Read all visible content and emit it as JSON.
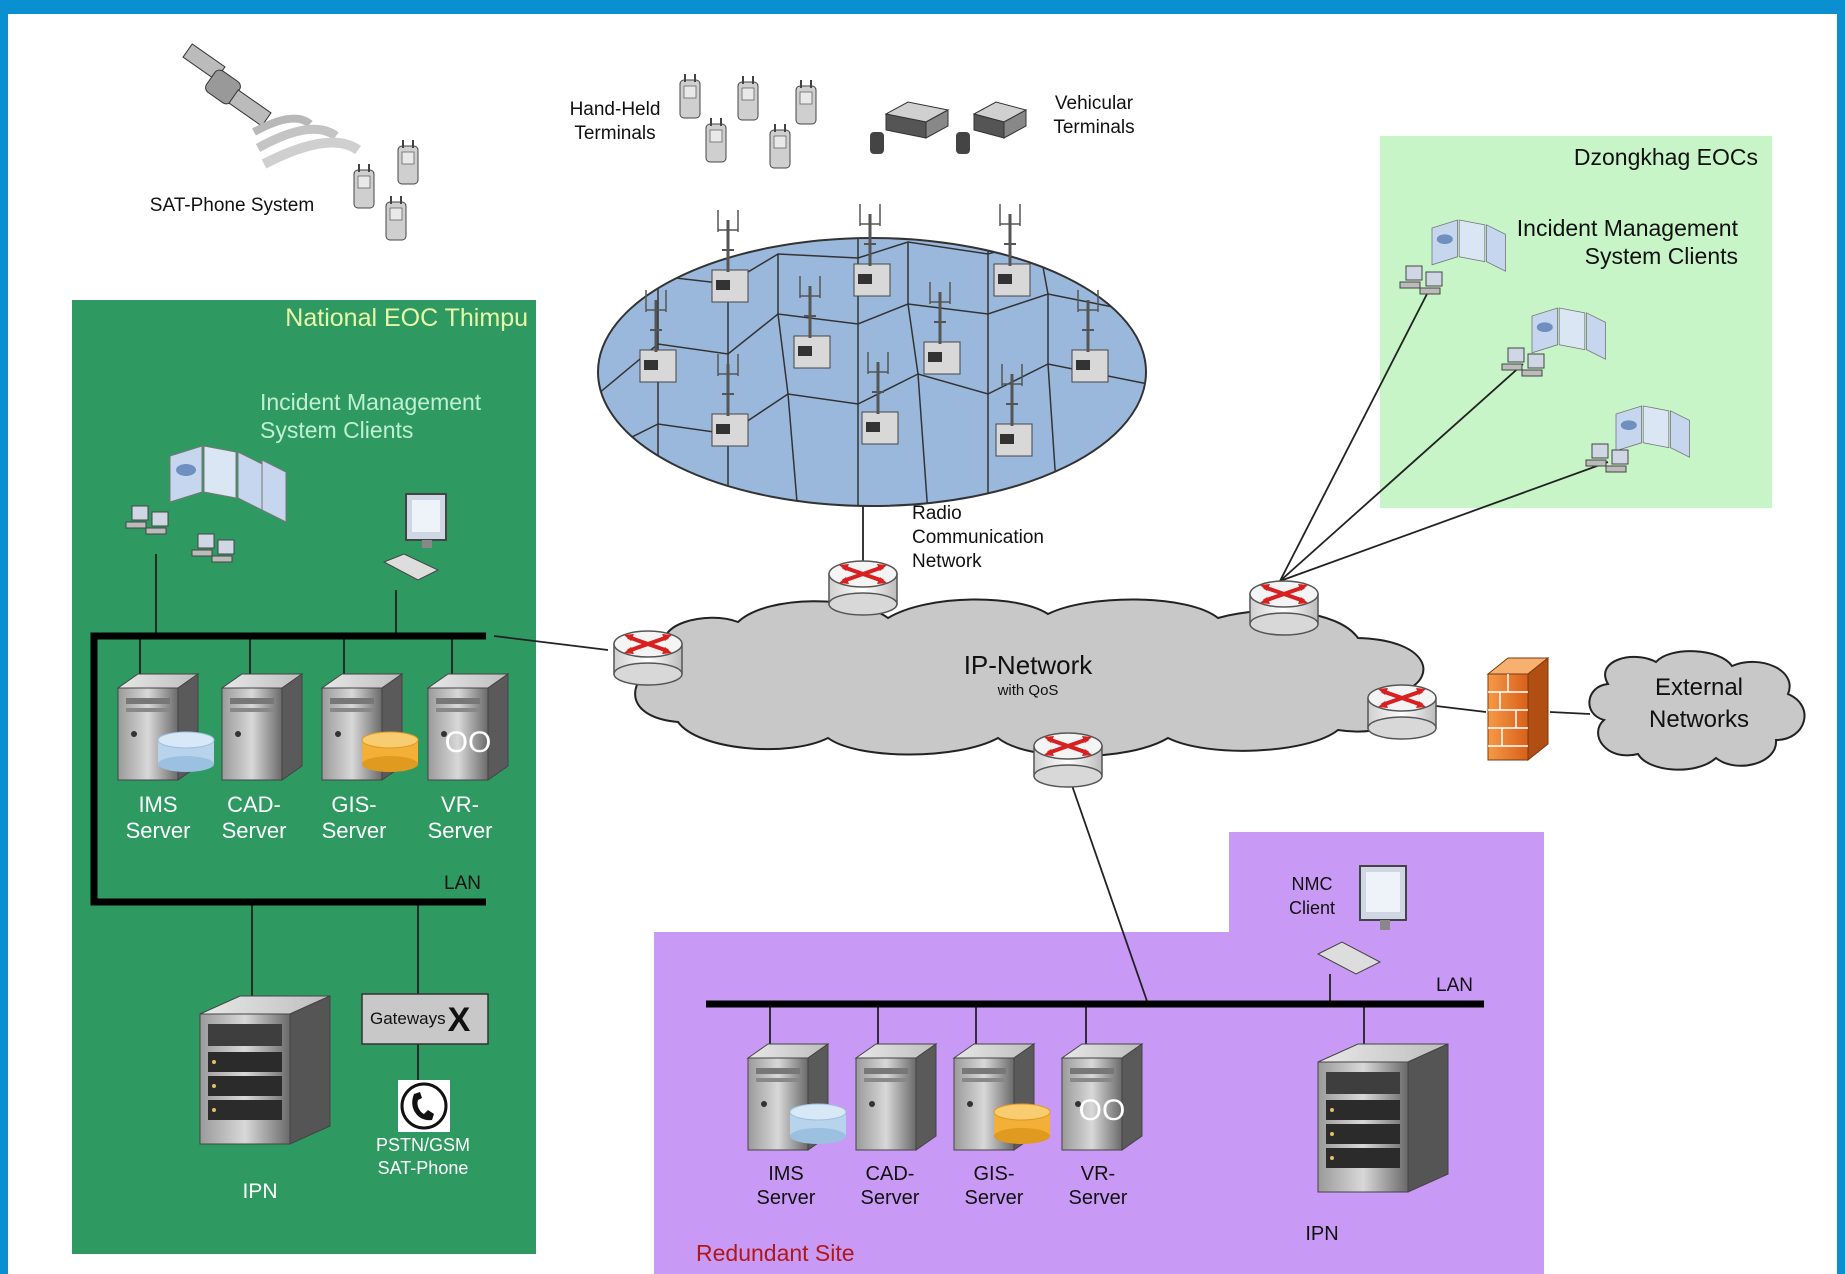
{
  "colors": {
    "frame": "#0a8fd0",
    "national_zone": "#2e9a62",
    "dzongkhag_zone": "#c8f5c8",
    "redundant_zone": "#c99af5",
    "radio_cell": "#9ab8dc",
    "cloud": "#c8c8c8",
    "firewall": "#f07828",
    "router_arrow": "#d82020"
  },
  "top": {
    "sat_phone": "SAT-Phone System",
    "handheld": "Hand-Held Terminals",
    "vehicular": "Vehicular Terminals",
    "radio_network": "Radio Communication Network"
  },
  "national": {
    "title": "National EOC Thimpu",
    "ims_clients": "Incident Management System Clients",
    "servers": [
      {
        "line1": "IMS",
        "line2": "Server"
      },
      {
        "line1": "CAD-",
        "line2": "Server"
      },
      {
        "line1": "GIS-",
        "line2": "Server"
      },
      {
        "line1": "VR-",
        "line2": "Server"
      }
    ],
    "lan": "LAN",
    "gateways": "Gateways",
    "pstn": "PSTN/GSM SAT-Phone",
    "ipn": "IPN"
  },
  "dzongkhag": {
    "title": "Dzongkhag EOCs",
    "ims_clients": "Incident Management System Clients"
  },
  "network": {
    "ip_network": "IP-Network",
    "qos": "with QoS",
    "external": "External Networks"
  },
  "redundant": {
    "title": "Redundant Site",
    "nmc": "NMC Client",
    "lan": "LAN",
    "servers": [
      {
        "line1": "IMS",
        "line2": "Server"
      },
      {
        "line1": "CAD-",
        "line2": "Server"
      },
      {
        "line1": "GIS-",
        "line2": "Server"
      },
      {
        "line1": "VR-",
        "line2": "Server"
      }
    ],
    "ipn": "IPN"
  },
  "icons": [
    "satellite-icon",
    "handheld-terminal-icon",
    "vehicular-terminal-icon",
    "radio-tower-icon",
    "router-icon",
    "server-icon",
    "database-icon",
    "monitor-icon",
    "keyboard-icon",
    "firewall-icon",
    "cloud-icon",
    "phone-icon",
    "rack-server-icon"
  ]
}
